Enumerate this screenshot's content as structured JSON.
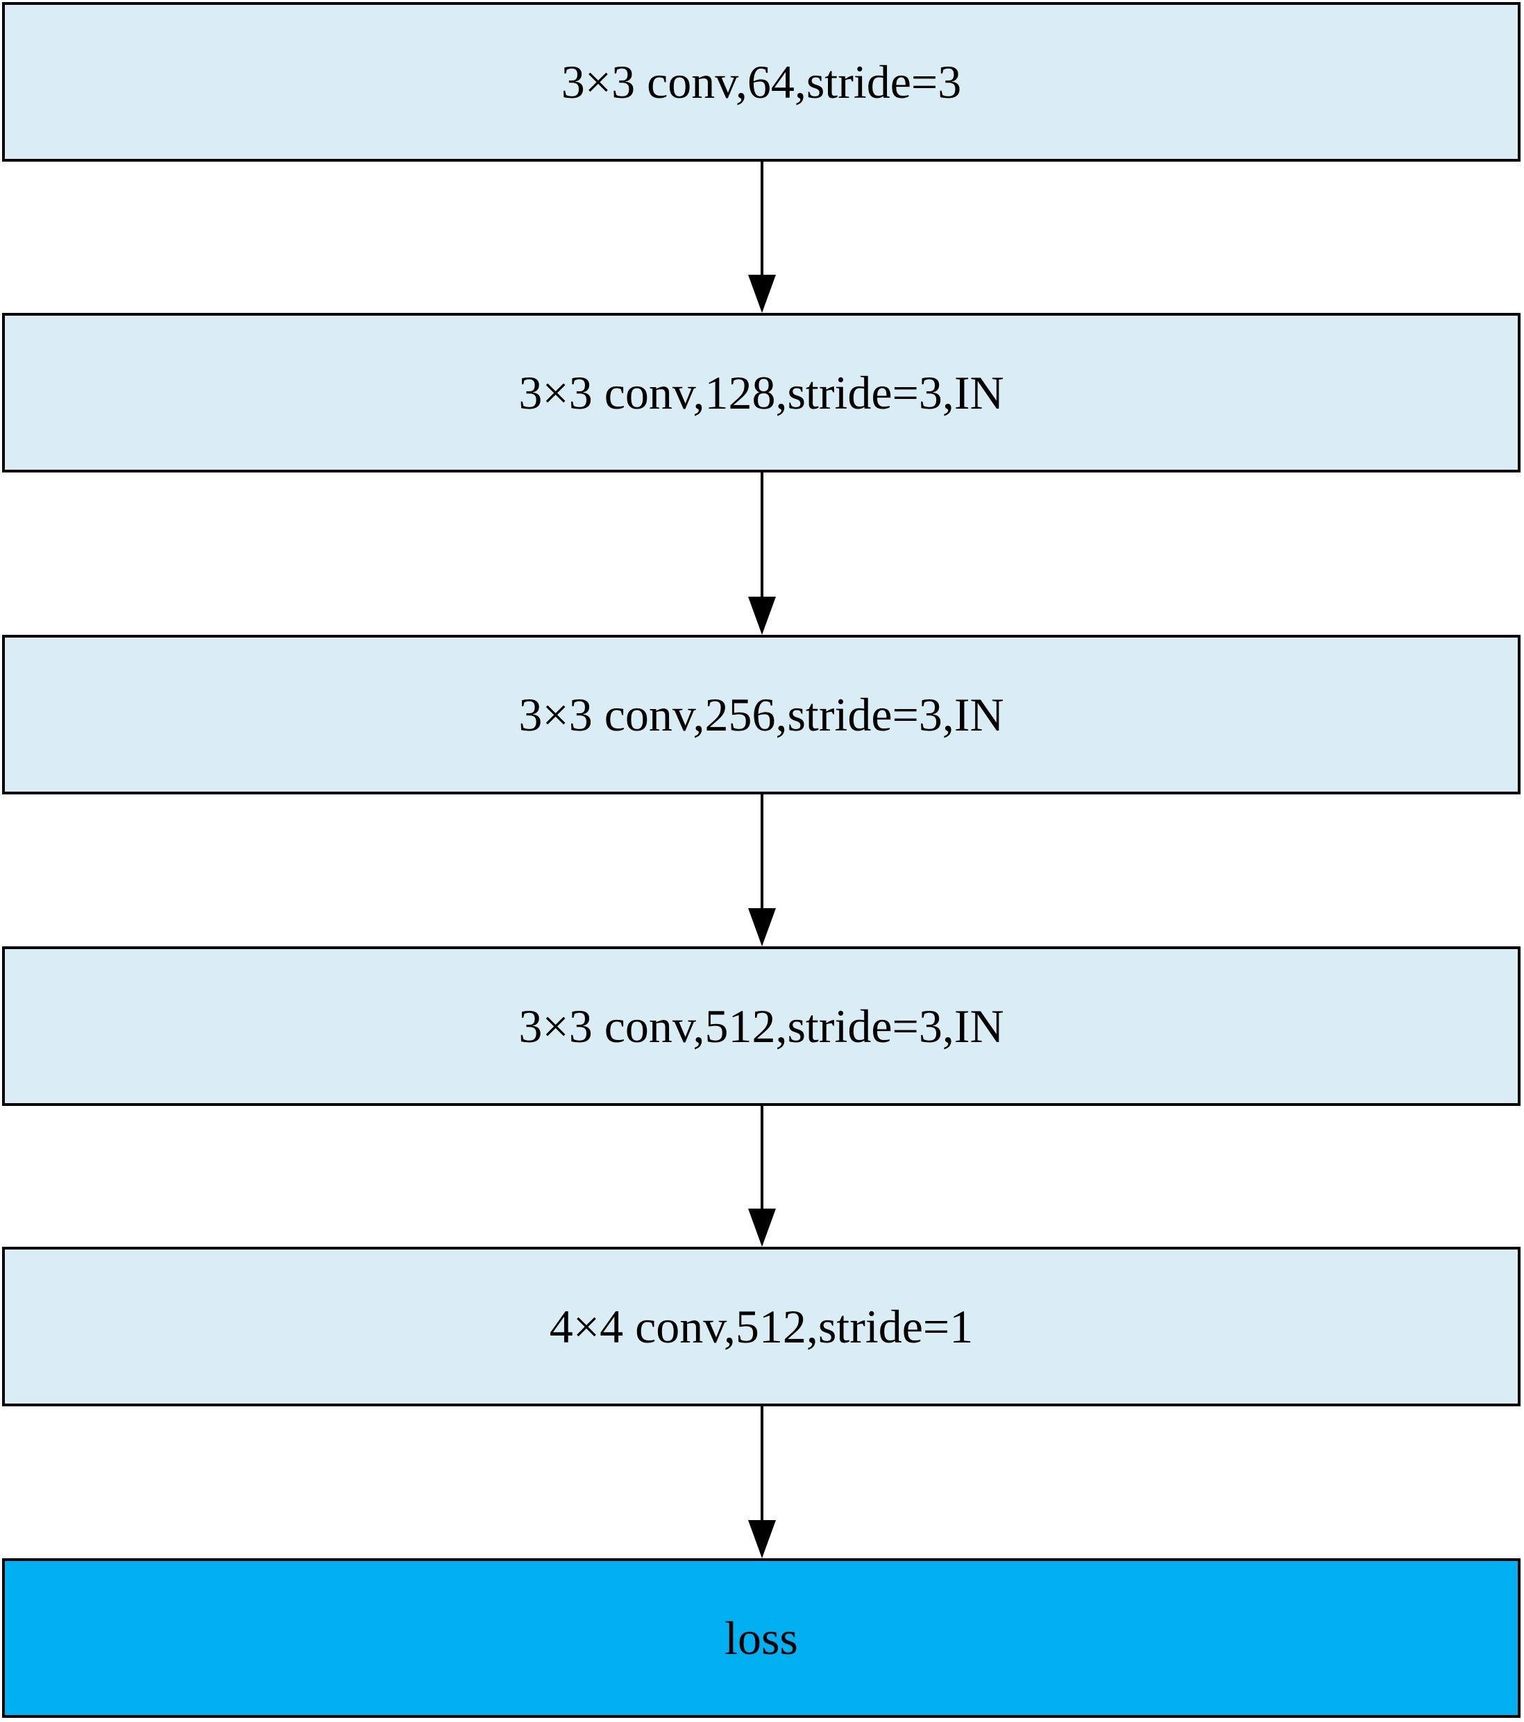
{
  "diagram": {
    "blocks": [
      {
        "label": "3×3 conv,64,stride=3"
      },
      {
        "label": "3×3 conv,128,stride=3,IN"
      },
      {
        "label": "3×3 conv,256,stride=3,IN"
      },
      {
        "label": "3×3 conv,512,stride=3,IN"
      },
      {
        "label": "4×4 conv,512,stride=1"
      },
      {
        "label": "loss"
      }
    ],
    "colors": {
      "layer_fill": "#daedf4",
      "loss_fill": "#00b0f0",
      "stroke": "#000000"
    }
  }
}
